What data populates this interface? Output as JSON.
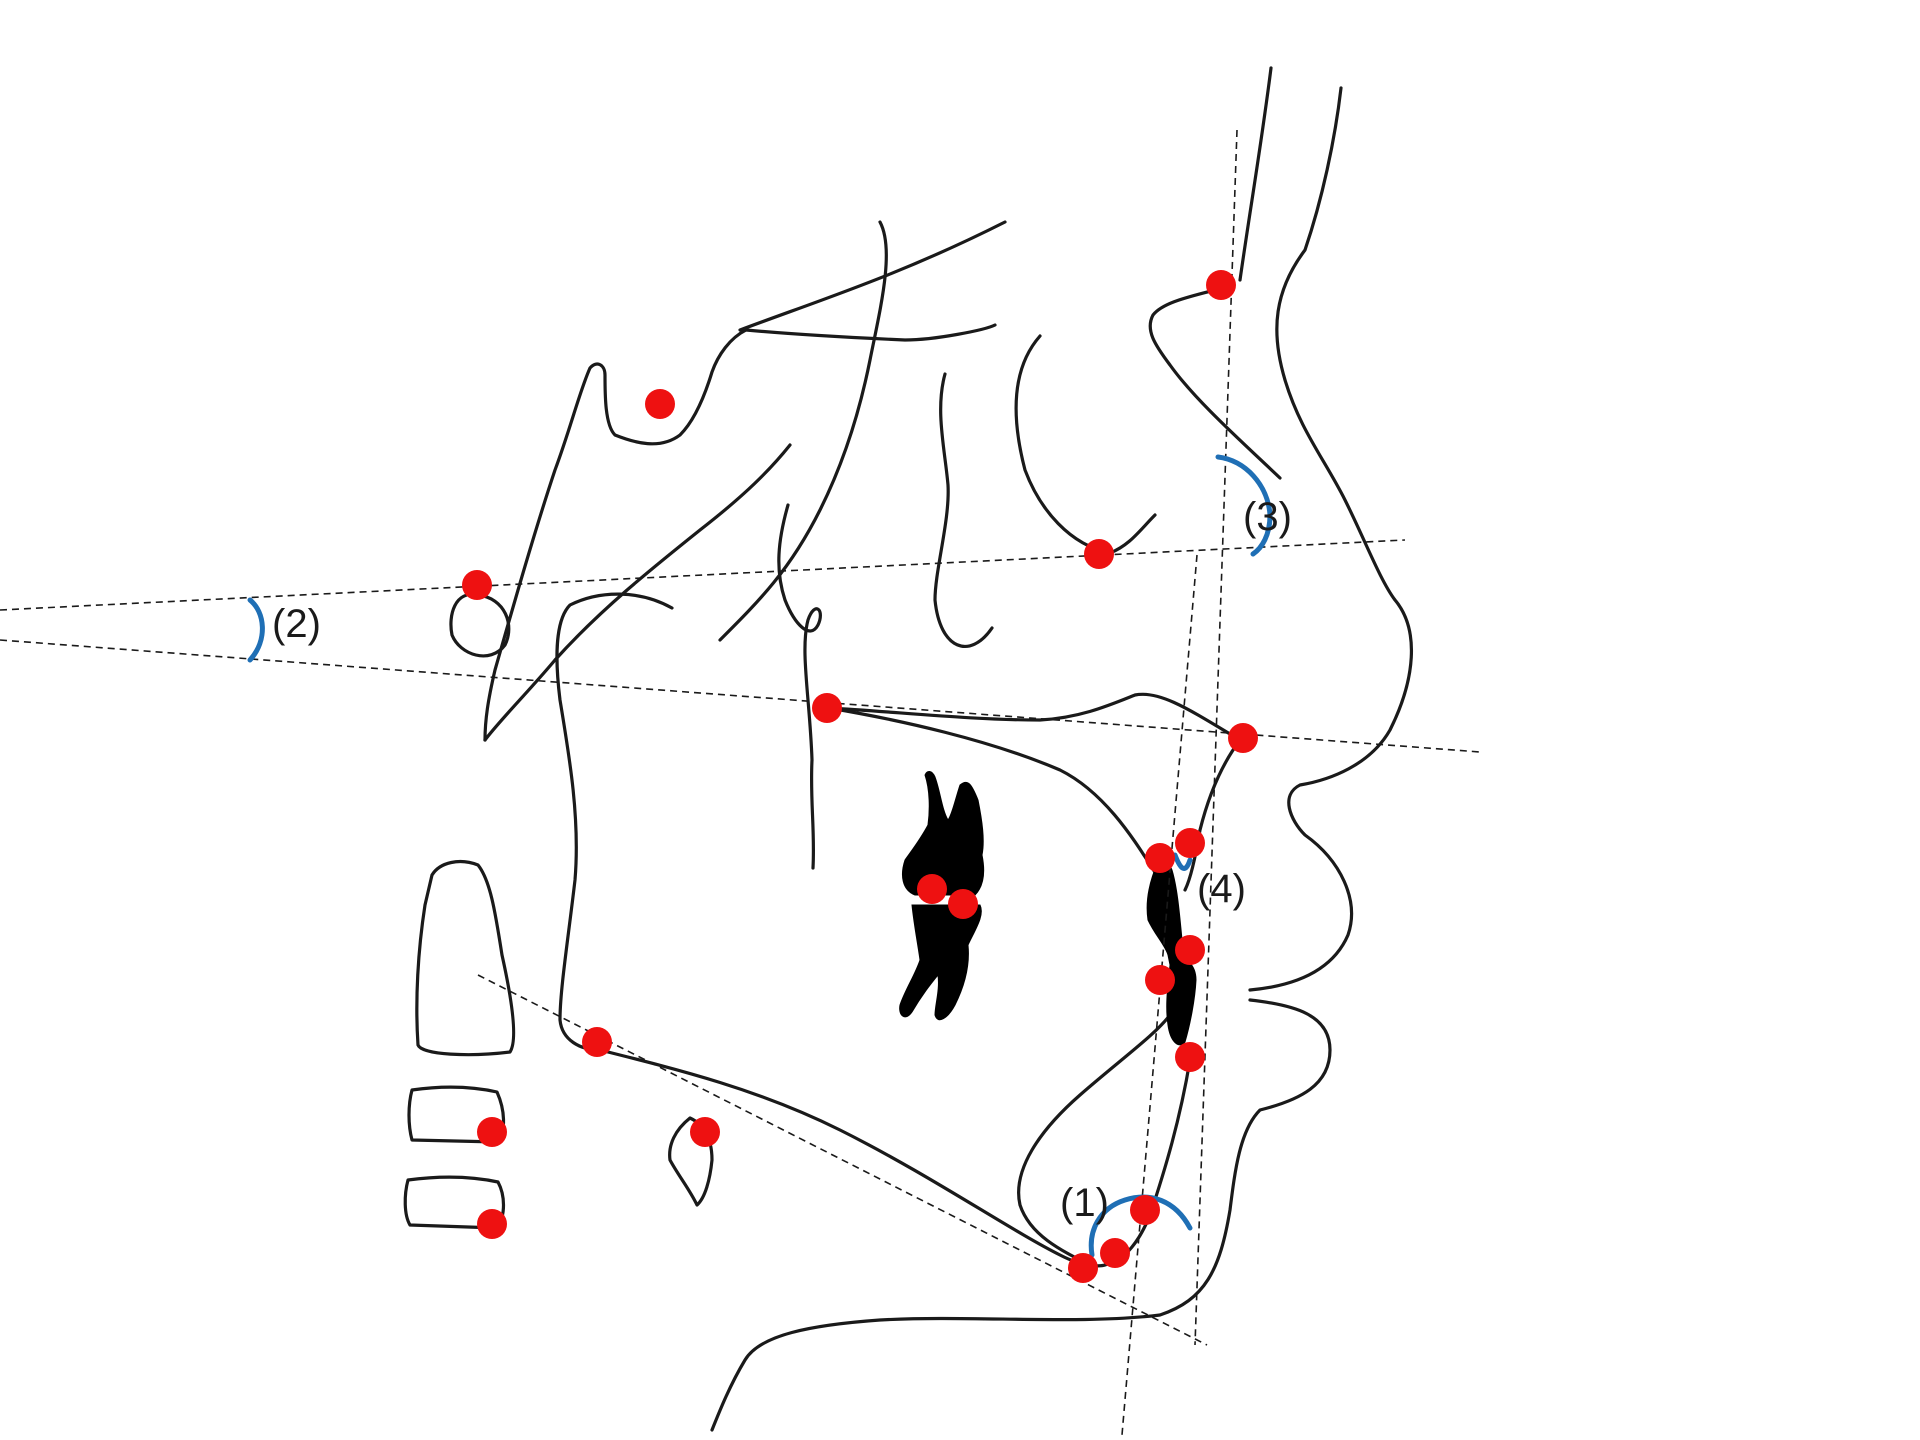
{
  "colors": {
    "landmark": "#ee1111",
    "angle_arc": "#1f6fb5",
    "outline": "#1a1a1a",
    "background": "#ffffff"
  },
  "angle_labels": {
    "angle_1": "(1)",
    "angle_2": "(2)",
    "angle_3": "(3)",
    "angle_4": "(4)"
  }
}
